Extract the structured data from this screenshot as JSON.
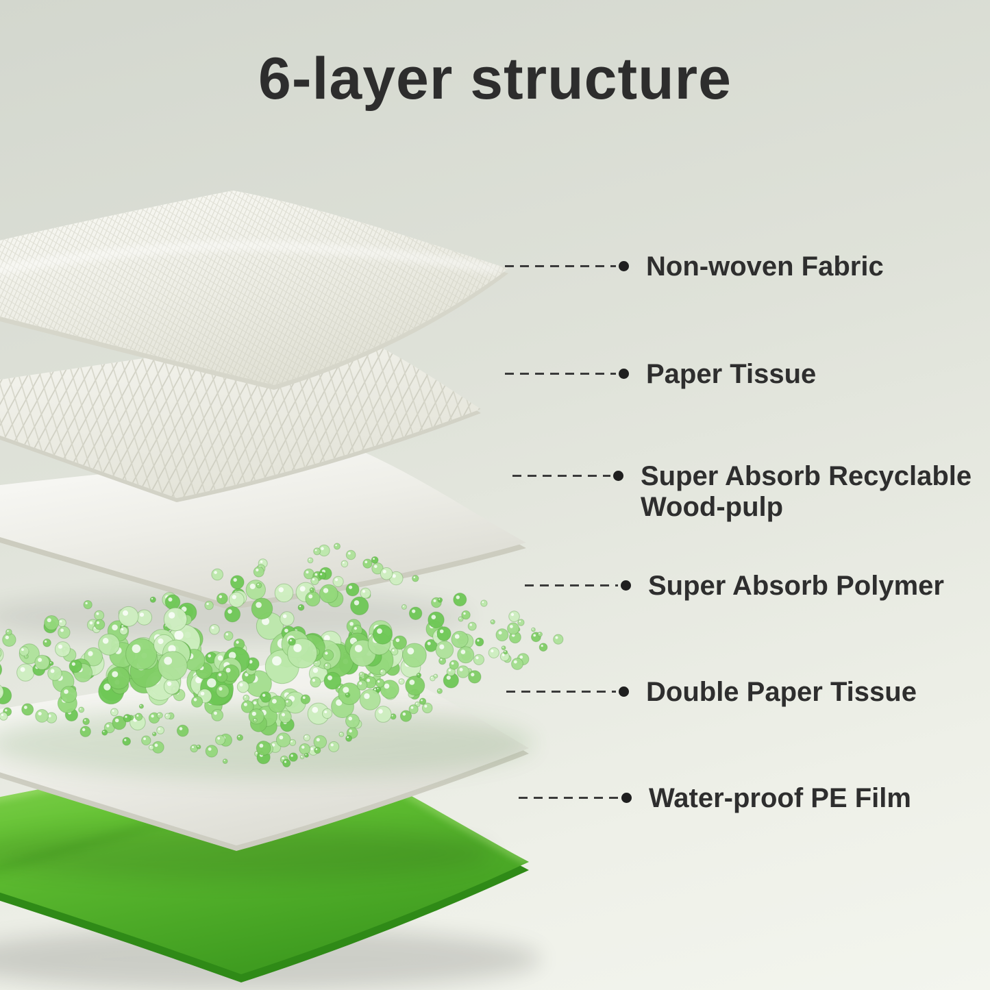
{
  "title": "6-layer structure",
  "colors": {
    "background_top": "#d3d7ce",
    "background_bottom": "#f3f5ee",
    "text": "#2e2e2e",
    "accent_green": "#5cb531",
    "pe_film_green_light": "#9adf63",
    "pe_film_green_dark": "#3f9c20",
    "bead_palette": [
      "#cdeec0",
      "#aee29a",
      "#93d87b",
      "#7fce65",
      "#bce8ab",
      "#6ec755",
      "#a2dd8d"
    ]
  },
  "layers": [
    {
      "label": "Non-woven Fabric"
    },
    {
      "label": "Paper Tissue"
    },
    {
      "label": "Super Absorb Recyclable Wood-pulp"
    },
    {
      "label": "Super Absorb Polymer"
    },
    {
      "label": "Double Paper Tissue"
    },
    {
      "label": "Water-proof PE Film"
    }
  ]
}
